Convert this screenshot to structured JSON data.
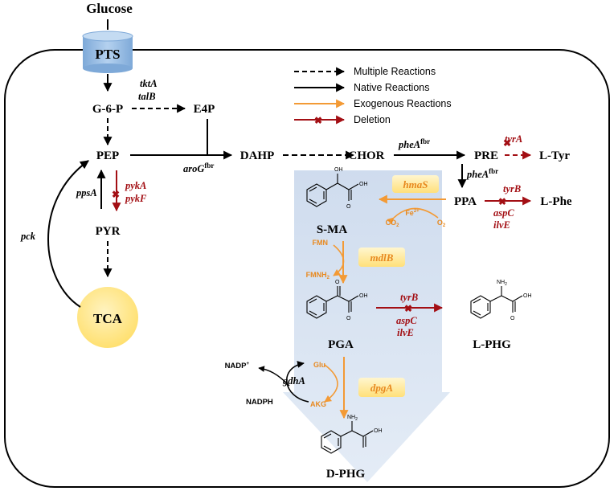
{
  "metabolites": {
    "glucose": "Glucose",
    "pts": "PTS",
    "g6p": "G-6-P",
    "e4p": "E4P",
    "pep": "PEP",
    "dahp": "DAHP",
    "chor": "CHOR",
    "pre": "PRE",
    "ltyr": "L-Tyr",
    "ppa": "PPA",
    "lphe": "L-Phe",
    "pyr": "PYR",
    "tca": "TCA",
    "sma": "S-MA",
    "pga": "PGA",
    "lphg": "L-PHG",
    "dphg": "D-PHG"
  },
  "genes": {
    "tkta": "tktA",
    "talb": "talB",
    "arog": "aroG",
    "arog_sup": "fbr",
    "phea1": "pheA",
    "phea1_sup": "fbr",
    "phea2": "pheA",
    "phea2_sup": "fbr",
    "tyra": "tyrA",
    "tyrb1": "tyrB",
    "aspc1": "aspC",
    "ilve1": "ilvE",
    "ppsa": "ppsA",
    "pyka": "pykA",
    "pykf": "pykF",
    "pck": "pck",
    "hmas": "hmaS",
    "mdlb": "mdlB",
    "tyrb2": "tyrB",
    "aspc2": "aspC",
    "ilve2": "ilvE",
    "gdha": "gdhA",
    "dpga": "dpgA"
  },
  "cofactors": {
    "fe": "Fe",
    "fe_sup": "2+",
    "co2": "CO",
    "co2_sub": "2",
    "o2": "O",
    "o2_sub": "2",
    "fmn": "FMN",
    "fmnh2": "FMNH",
    "fmnh2_sub": "2",
    "glu": "Glu",
    "akg": "AKG",
    "nadp": "NADP",
    "nadp_sup": "+",
    "nadph": "NADPH"
  },
  "chem_labels": {
    "oh": "OH",
    "oh2": "OH",
    "o1": "O",
    "o2": "O",
    "o3": "O",
    "o4": "O",
    "oh3": "OH",
    "oh4": "OH",
    "oh5": "OH",
    "nh2a": "NH",
    "nh2a_sub": "2",
    "nh2b": "NH",
    "nh2b_sub": "2"
  },
  "legend": {
    "multiple": "Multiple Reactions",
    "native": "Native Reactions",
    "exogenous": "Exogenous Reactions",
    "deletion": "Deletion"
  },
  "colors": {
    "native": "#000000",
    "exogenous": "#f39a35",
    "deletion": "#a30f14",
    "pathway_band": "#dbe6f4",
    "pts_fill": "#9dc3e6",
    "tca_fill": "#ffe278"
  }
}
